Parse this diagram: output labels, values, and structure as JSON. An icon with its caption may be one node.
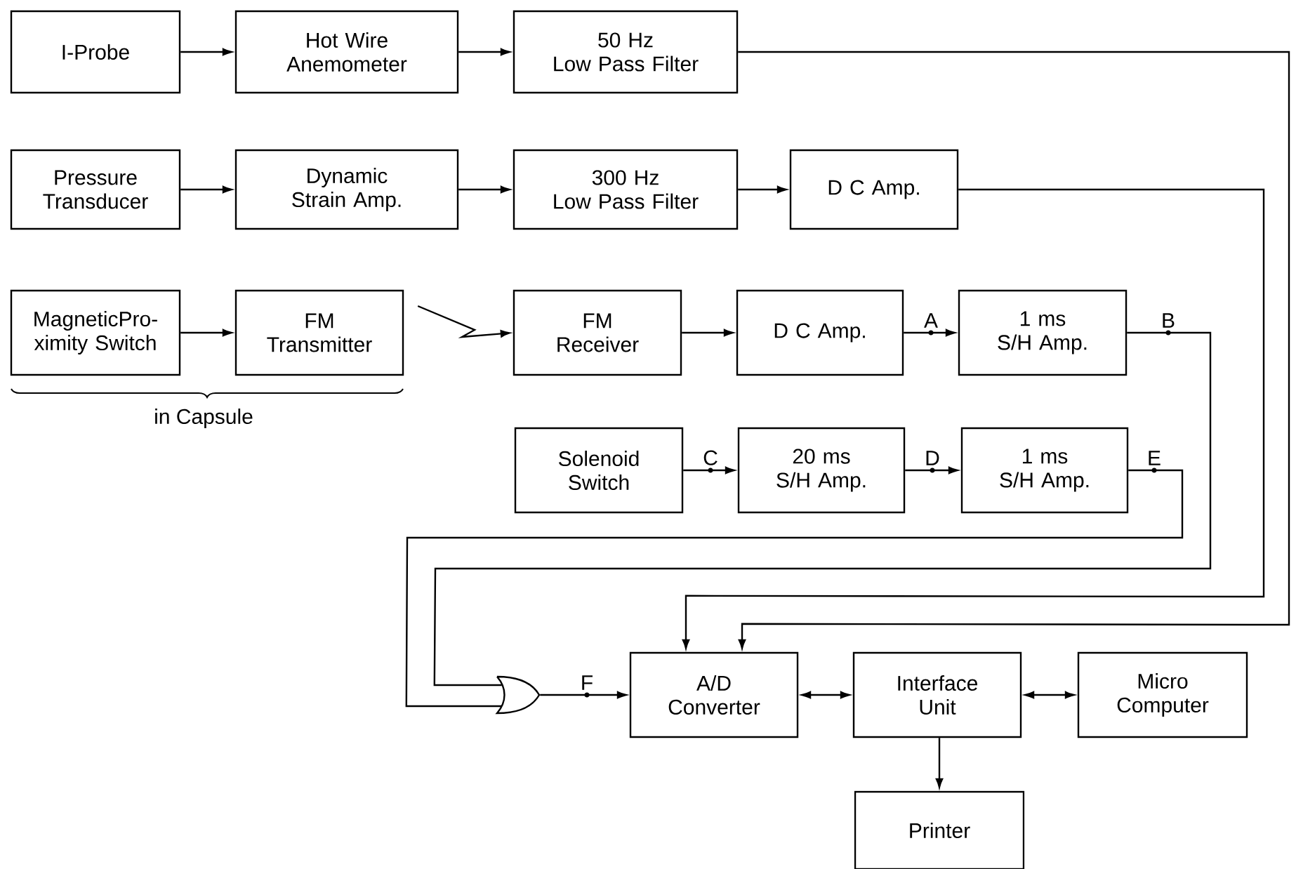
{
  "diagram": {
    "nodes": [
      {
        "text": [
          "I-Probe"
        ]
      },
      {
        "text": [
          "Hot Wire Anemometer"
        ]
      },
      {
        "text": [
          "50 Hz Low Pass Filter"
        ]
      },
      {
        "text": [
          "Pressure Transducer"
        ]
      },
      {
        "text": [
          "Dynamic Strain Amp."
        ]
      },
      {
        "text": [
          "300 Hz Low Pass Filter"
        ]
      },
      {
        "text": [
          "D C Amp."
        ]
      },
      {
        "text": [
          "MagneticPro- ximity Switch"
        ]
      },
      {
        "text": [
          "FM Transmitter"
        ]
      },
      {
        "text": [
          "FM Receiver"
        ]
      },
      {
        "text": [
          "D C Amp."
        ]
      },
      {
        "text": [
          "1 ms S/H Amp."
        ]
      },
      {
        "text": [
          "Solenoid Switch"
        ]
      },
      {
        "text": [
          "20 ms S/H Amp."
        ]
      },
      {
        "text": [
          "1 ms S/H Amp."
        ]
      },
      {
        "text": [],
        "shape": "gate"
      },
      {
        "text": [
          "A/D Converter"
        ]
      },
      {
        "text": [
          "Interface Unit"
        ]
      },
      {
        "text": [
          "Micro Computer"
        ]
      },
      {
        "text": [
          "Printer"
        ]
      }
    ],
    "edges": [
      {
        "from": 0,
        "to": 1,
        "arrow": "to"
      },
      {
        "from": 1,
        "to": 2,
        "arrow": "to"
      },
      {
        "from": 2,
        "to": 16,
        "arrow": "to"
      },
      {
        "from": 3,
        "to": 4,
        "arrow": "to"
      },
      {
        "from": 4,
        "to": 5,
        "arrow": "to"
      },
      {
        "from": 5,
        "to": 6,
        "arrow": "to"
      },
      {
        "from": 6,
        "to": 16,
        "arrow": "to"
      },
      {
        "from": 7,
        "to": 8,
        "arrow": "to"
      },
      {
        "from": 8,
        "to": 9,
        "arrow": "to"
      },
      {
        "from": 9,
        "to": 10,
        "arrow": "to"
      },
      {
        "from": 10,
        "to": 11,
        "arrow": "to",
        "label": "A"
      },
      {
        "from": 11,
        "to": 15,
        "arrow": "none",
        "label": "B"
      },
      {
        "from": 12,
        "to": 13,
        "arrow": "to",
        "label": "C"
      },
      {
        "from": 13,
        "to": 14,
        "arrow": "to",
        "label": "D"
      },
      {
        "from": 14,
        "to": 15,
        "arrow": "none",
        "label": "E"
      },
      {
        "from": 15,
        "to": 16,
        "arrow": "to",
        "label": "F"
      },
      {
        "from": 16,
        "to": 17,
        "arrow": "both"
      },
      {
        "from": 17,
        "to": 18,
        "arrow": "both"
      },
      {
        "from": 17,
        "to": 19,
        "arrow": "to"
      }
    ],
    "labels": [
      "in Capsule"
    ]
  }
}
